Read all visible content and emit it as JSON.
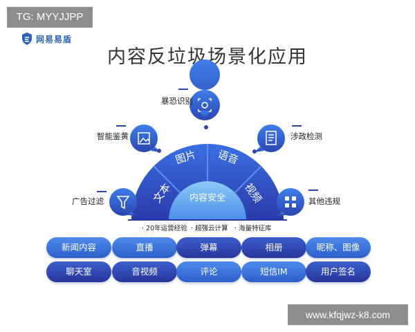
{
  "watermark_top": "TG: MYYJJPP",
  "watermark_bottom": "www.kfqjwz-k8.com",
  "logo_text": "网易易盾",
  "title": "内容反垃圾场景化应用",
  "center_label": "内容安全",
  "arc_segments": [
    "文本",
    "图片",
    "语音",
    "视频"
  ],
  "applications": [
    {
      "label": "暴恐识别",
      "icon": "scan-face-icon"
    },
    {
      "label": "智能鉴黄",
      "icon": "image-review-icon"
    },
    {
      "label": "涉政检测",
      "icon": "document-icon"
    },
    {
      "label": "广告过滤",
      "icon": "funnel-icon"
    },
    {
      "label": "其他违规",
      "icon": "grid-icon"
    }
  ],
  "features": [
    "· 20年运营经验",
    "· 超强云计算",
    "· 海量特征库"
  ],
  "scenes": [
    [
      "新闻内容",
      "直播",
      "弹幕",
      "相册",
      "昵称、图像"
    ],
    [
      "聊天室",
      "音视频",
      "评论",
      "短信IM",
      "用户签名"
    ]
  ],
  "colors": {
    "primary": "#2f6fe0",
    "dark": "#2a3aa8",
    "light": "#69b2f5"
  }
}
